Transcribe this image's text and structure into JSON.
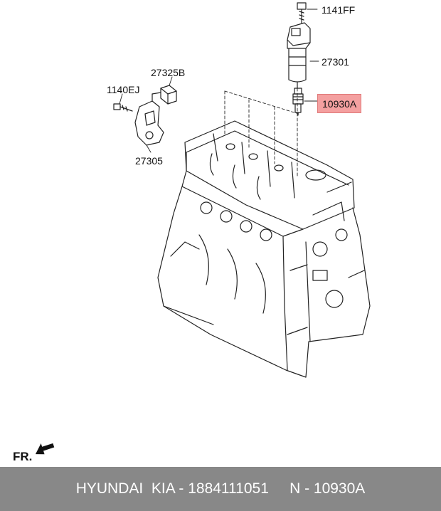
{
  "callouts": {
    "c_1141FF": "1141FF",
    "c_27301": "27301",
    "c_10930A": "10930A",
    "c_27325B": "27325B",
    "c_1140EJ": "1140EJ",
    "c_27305": "27305"
  },
  "orientation_label": "FR.",
  "footer": {
    "text": "HYUNDAI  KIA - 1884111051     N - 10930A"
  },
  "colors": {
    "highlight": "#f4a0a0",
    "footer_bg": "#888888"
  }
}
